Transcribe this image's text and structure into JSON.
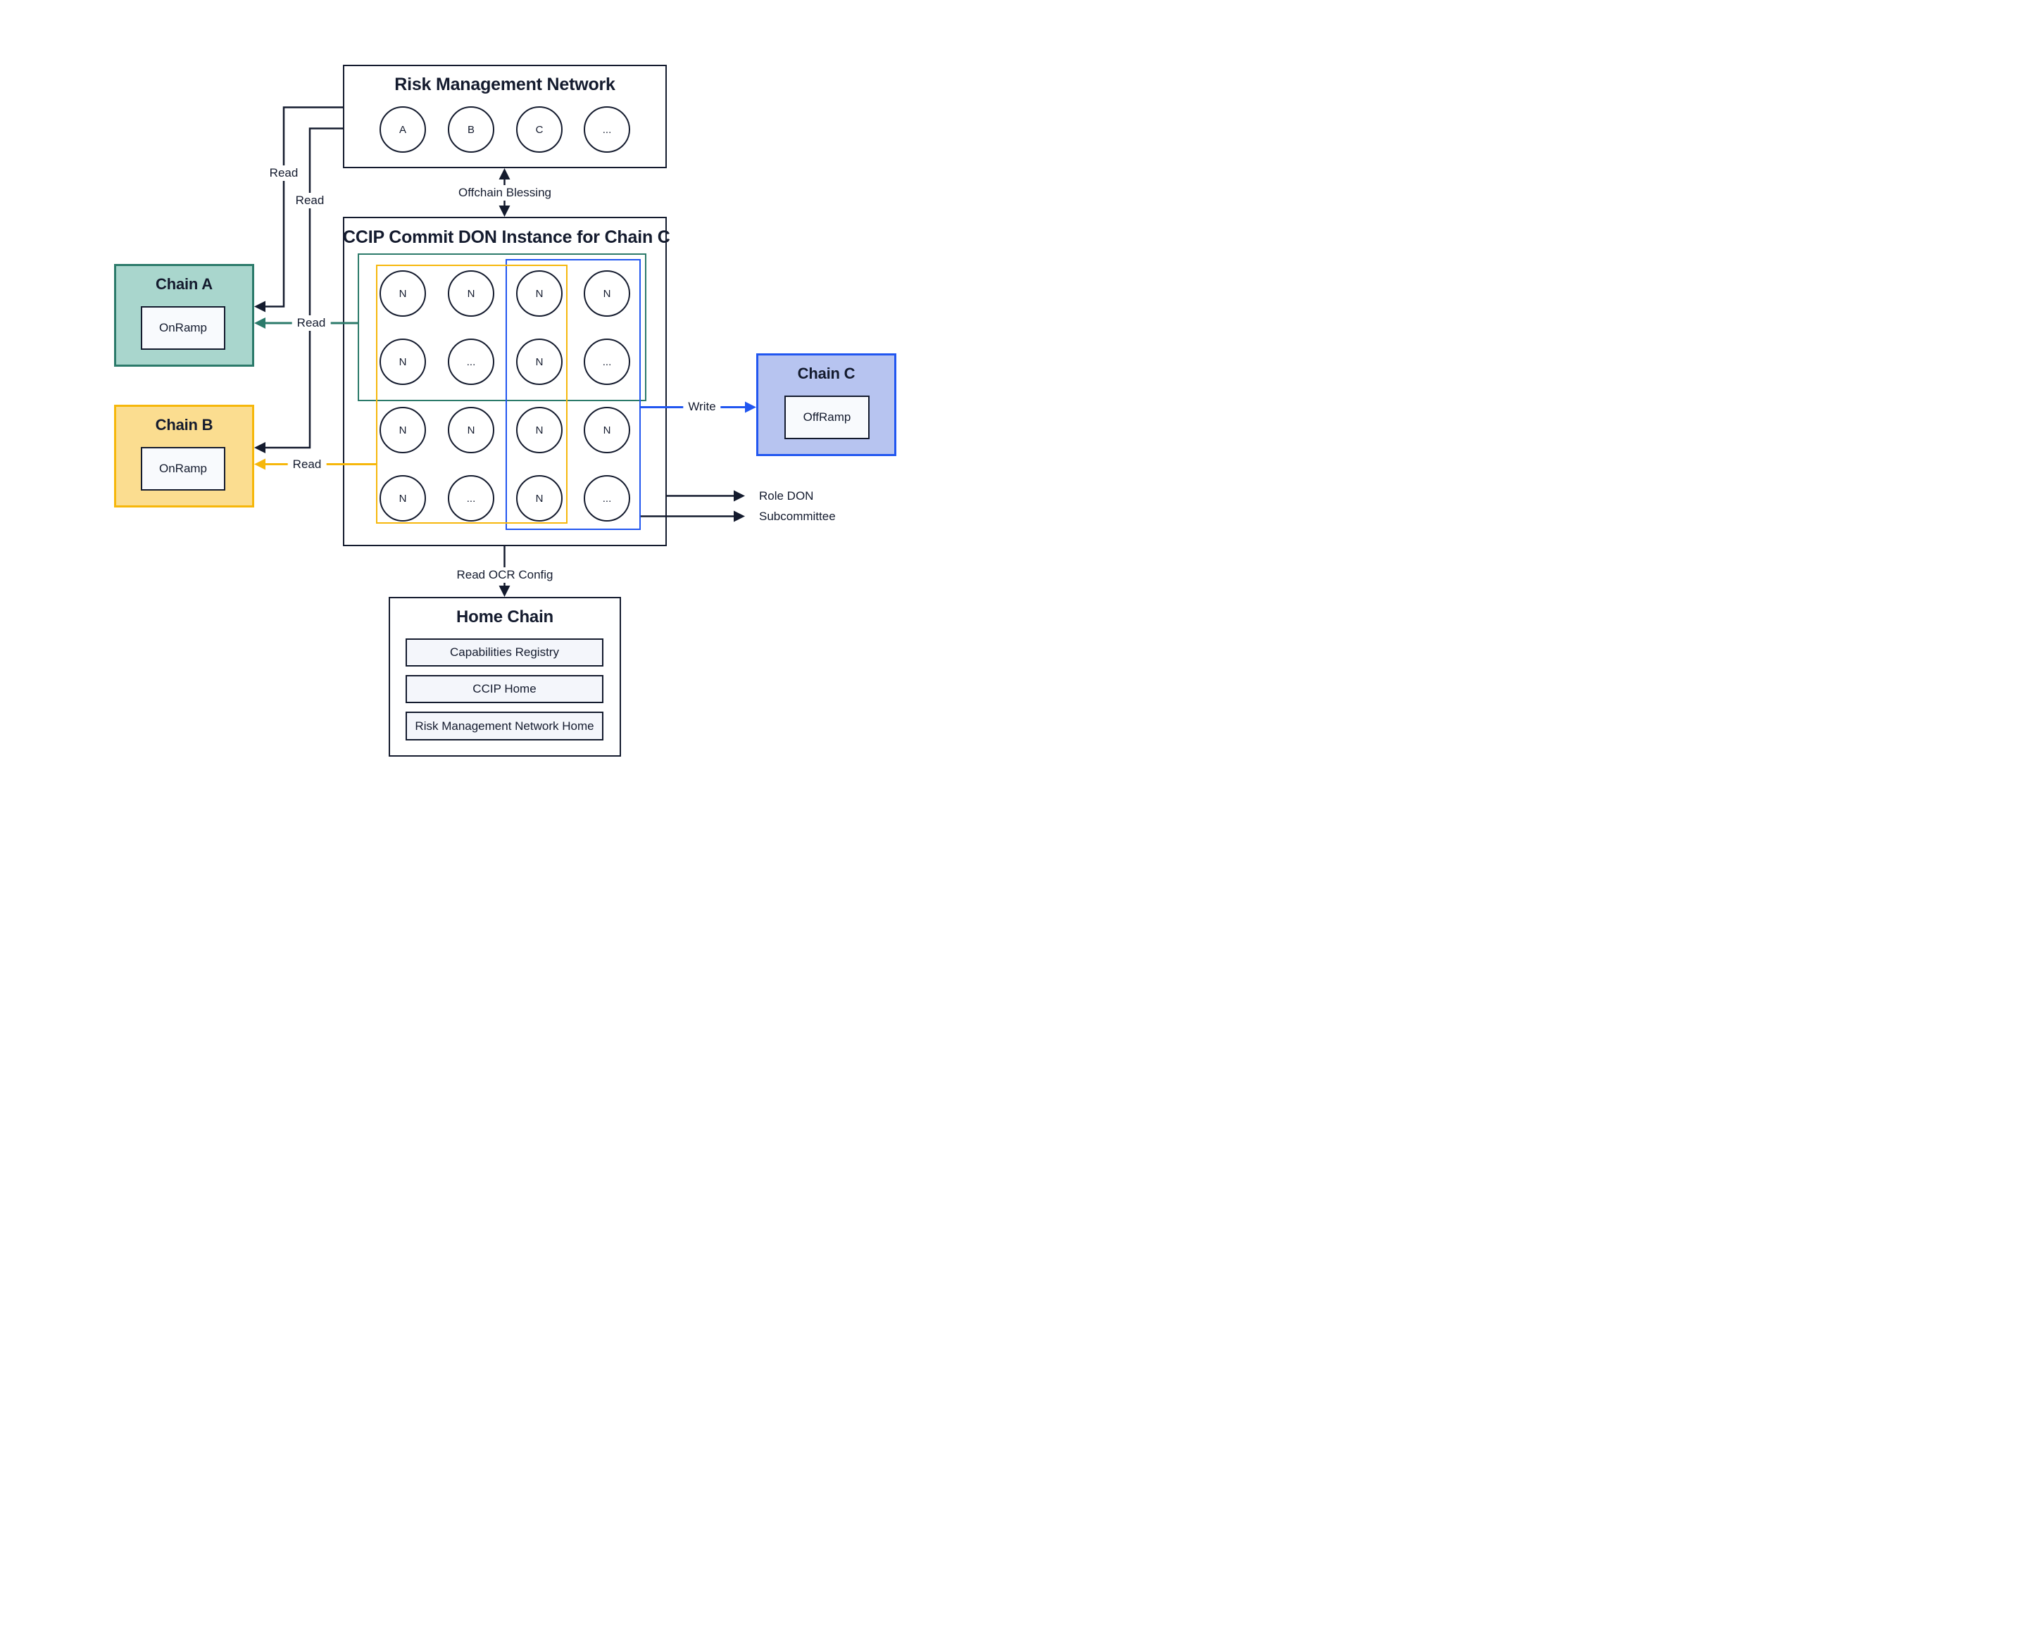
{
  "colors": {
    "ink": "#141B2E",
    "teal_border": "#2B7A6A",
    "teal_fill": "#A9D6CD",
    "yellow_border": "#F6B70B",
    "yellow_fill": "#FBDD90",
    "blue_border": "#2156F0",
    "blue_fill": "#B7C4F0",
    "panel_fill": "#F4F6FB"
  },
  "rmn": {
    "title": "Risk Management Network",
    "nodes": [
      "A",
      "B",
      "C",
      "..."
    ]
  },
  "don": {
    "title": "CCIP Commit DON Instance for Chain C",
    "grid": [
      [
        "N",
        "N",
        "N",
        "N"
      ],
      [
        "N",
        "...",
        "N",
        "..."
      ],
      [
        "N",
        "N",
        "N",
        "N"
      ],
      [
        "N",
        "...",
        "N",
        "..."
      ]
    ]
  },
  "chain_a": {
    "title": "Chain A",
    "contract": "OnRamp"
  },
  "chain_b": {
    "title": "Chain B",
    "contract": "OnRamp"
  },
  "chain_c": {
    "title": "Chain C",
    "contract": "OffRamp"
  },
  "home_chain": {
    "title": "Home Chain",
    "items": [
      "Capabilities Registry",
      "CCIP Home",
      "Risk Management Network Home"
    ]
  },
  "edges": {
    "read_rmn_a": "Read",
    "read_rmn_b": "Read",
    "read_don_a": "Read",
    "read_don_b": "Read",
    "offchain_blessing": "Offchain Blessing",
    "write": "Write",
    "role_don": "Role DON",
    "subcommittee": "Subcommittee",
    "read_ocr_config": "Read OCR Config"
  }
}
